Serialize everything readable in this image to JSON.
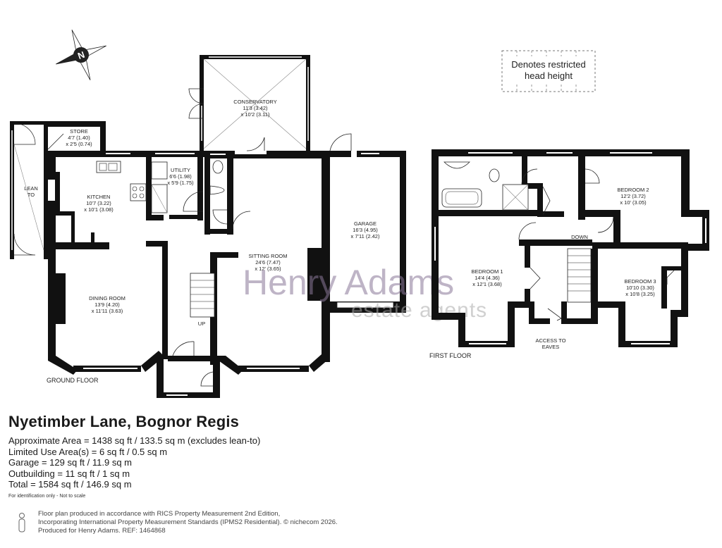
{
  "legend": {
    "line1": "Denotes restricted",
    "line2": "head height"
  },
  "compass_letter": "N",
  "watermark": {
    "brand": "Henry Adams",
    "tagline": "estate agents"
  },
  "floors": {
    "ground": "GROUND FLOOR",
    "first": "FIRST FLOOR"
  },
  "rooms": {
    "conservatory": {
      "name": "CONSERVATORY",
      "dim1": "11'3 (3.42)",
      "dim2": "x 10'2 (3.11)"
    },
    "store": {
      "name": "STORE",
      "dim1": "4'7 (1.40)",
      "dim2": "x 2'5 (0.74)"
    },
    "lean_to": {
      "name": "LEAN",
      "name2": "TO"
    },
    "kitchen": {
      "name": "KITCHEN",
      "dim1": "10'7 (3.22)",
      "dim2": "x 10'1 (3.08)"
    },
    "utility": {
      "name": "UTILITY",
      "dim1": "6'6 (1.98)",
      "dim2": "x 5'9 (1.75)"
    },
    "garage": {
      "name": "GARAGE",
      "dim1": "16'3 (4.95)",
      "dim2": "x 7'11 (2.42)"
    },
    "sitting_room": {
      "name": "SITTING ROOM",
      "dim1": "24'6 (7.47)",
      "dim2": "x 12' (3.65)"
    },
    "dining_room": {
      "name": "DINING ROOM",
      "dim1": "13'9 (4.20)",
      "dim2": "x 11'11 (3.63)"
    },
    "bedroom1": {
      "name": "BEDROOM 1",
      "dim1": "14'4 (4.36)",
      "dim2": "x 12'1 (3.68)"
    },
    "bedroom2": {
      "name": "BEDROOM 2",
      "dim1": "12'2 (3.72)",
      "dim2": "x 10' (3.05)"
    },
    "bedroom3": {
      "name": "BEDROOM 3",
      "dim1": "10'10 (3.30)",
      "dim2": "x 10'8 (3.25)"
    }
  },
  "labels": {
    "up": "UP",
    "down": "DOWN",
    "access1": "ACCESS TO",
    "access2": "EAVES"
  },
  "info": {
    "address": "Nyetimber Lane, Bognor Regis",
    "lines": [
      "Approximate Area = 1438 sq ft / 133.5 sq m (excludes lean-to)",
      "Limited Use Area(s) = 6 sq ft / 0.5 sq m",
      "Garage = 129 sq ft / 11.9 sq m",
      "Outbuilding = 11 sq ft / 1 sq m",
      "Total = 1584 sq ft / 146.9 sq m"
    ],
    "disclaimer": "For identification only - Not to scale"
  },
  "footer": {
    "line1": "Floor plan produced in accordance with RICS Property Measurement 2nd Edition,",
    "line2": "Incorporating International Property Measurement Standards (IPMS2 Residential).  © nichecom 2026.",
    "line3": "Produced for Henry Adams.   REF: 1464868"
  }
}
